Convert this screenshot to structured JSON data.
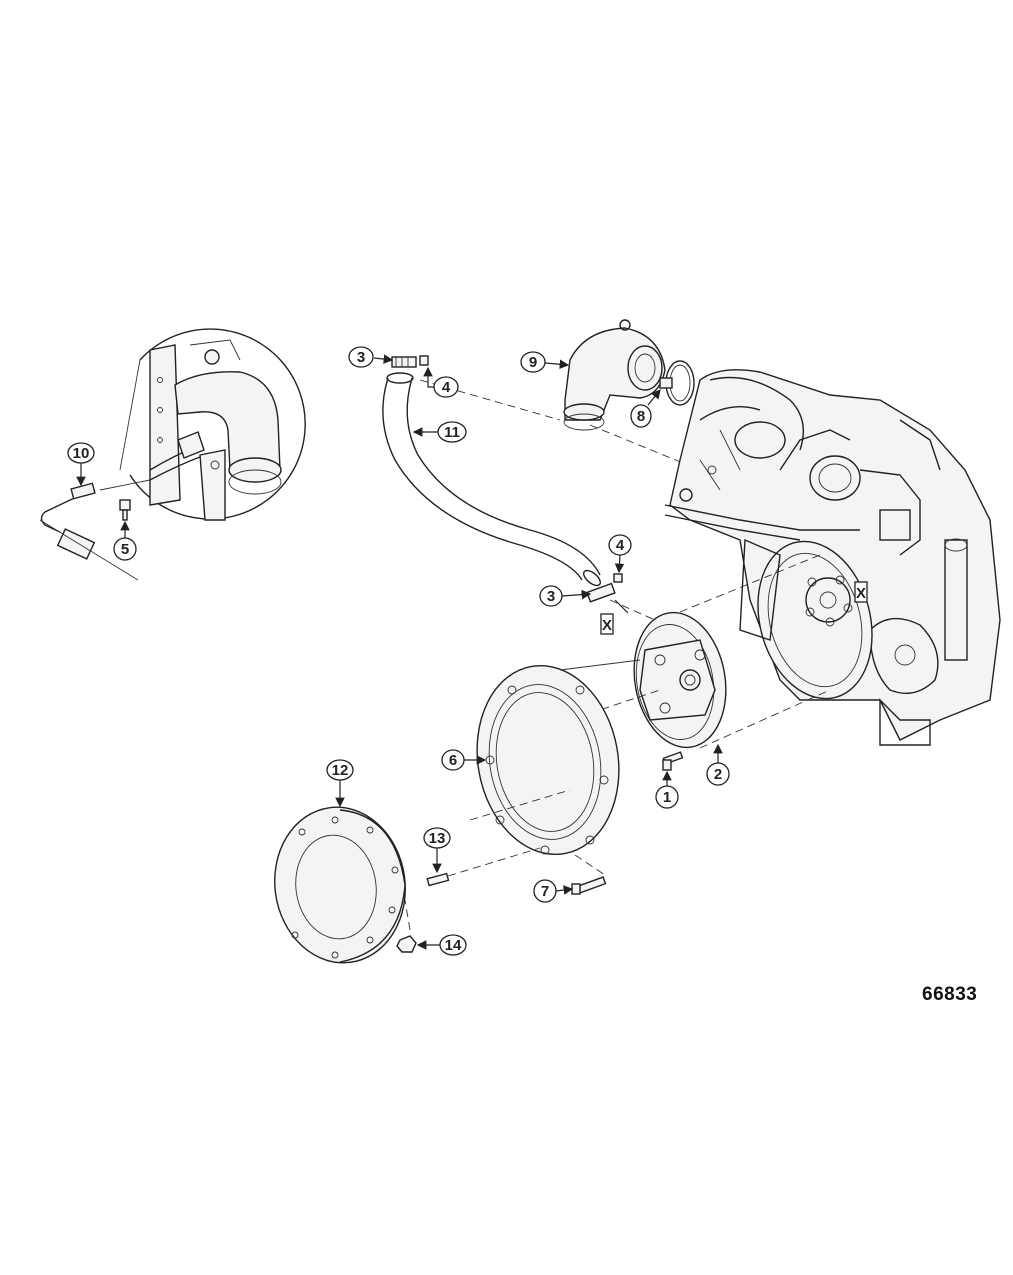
{
  "figure_number": "66833",
  "callouts": {
    "c1": "1",
    "c2": "2",
    "c3a": "3",
    "c3b": "3",
    "c4a": "4",
    "c4b": "4",
    "c5": "5",
    "c6": "6",
    "c7": "7",
    "c8": "8",
    "c9": "9",
    "c10": "10",
    "c11": "11",
    "c12": "12",
    "c13": "13",
    "c14": "14"
  },
  "markers": {
    "xa": "X",
    "xb": "X"
  },
  "colors": {
    "line": "#222222",
    "background": "#ffffff"
  }
}
